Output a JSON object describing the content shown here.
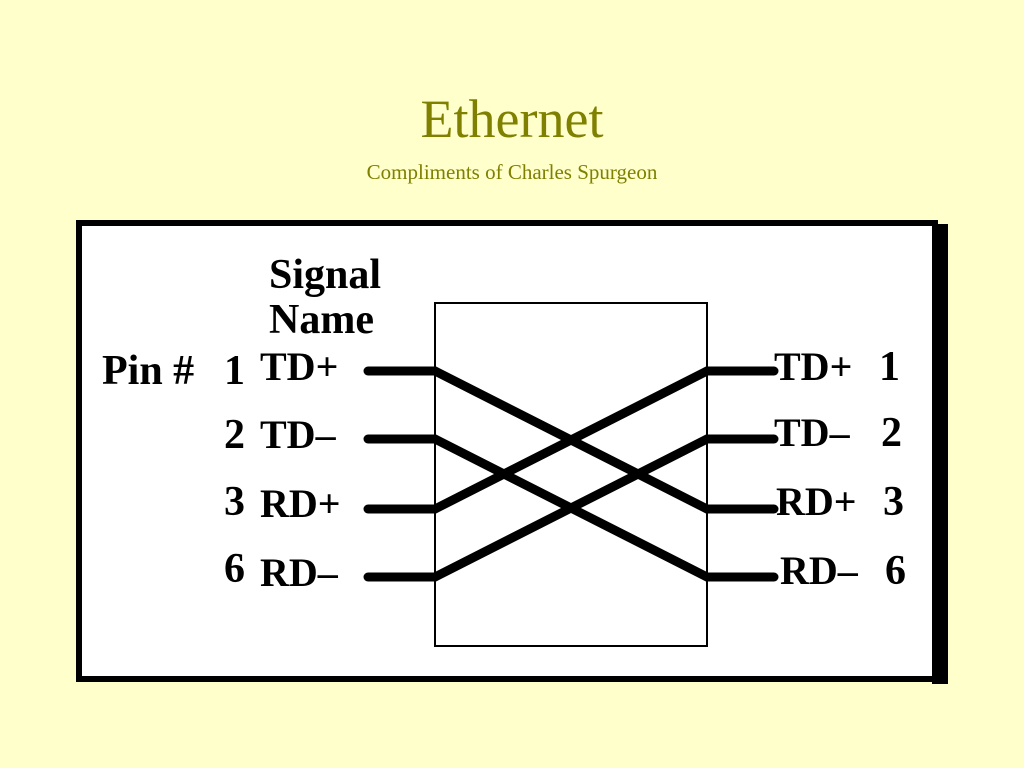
{
  "slide": {
    "title": "Ethernet",
    "subtitle": "Compliments of Charles Spurgeon"
  },
  "diagram": {
    "header": [
      "Signal",
      "Name"
    ],
    "pin_header": "Pin #",
    "left": [
      {
        "pin": "1",
        "signal": "TD+"
      },
      {
        "pin": "2",
        "signal": "TD–"
      },
      {
        "pin": "3",
        "signal": "RD+"
      },
      {
        "pin": "6",
        "signal": "RD–"
      }
    ],
    "right": [
      {
        "signal": "TD+",
        "pin": "1"
      },
      {
        "signal": "TD–",
        "pin": "2"
      },
      {
        "signal": "RD+",
        "pin": "3"
      },
      {
        "signal": "RD–",
        "pin": "6"
      }
    ],
    "crossover": [
      [
        0,
        2
      ],
      [
        1,
        3
      ],
      [
        2,
        0
      ],
      [
        3,
        1
      ]
    ],
    "colors": {
      "wire": "#000000",
      "panel": "#ffffff",
      "frame": "#000000"
    }
  }
}
